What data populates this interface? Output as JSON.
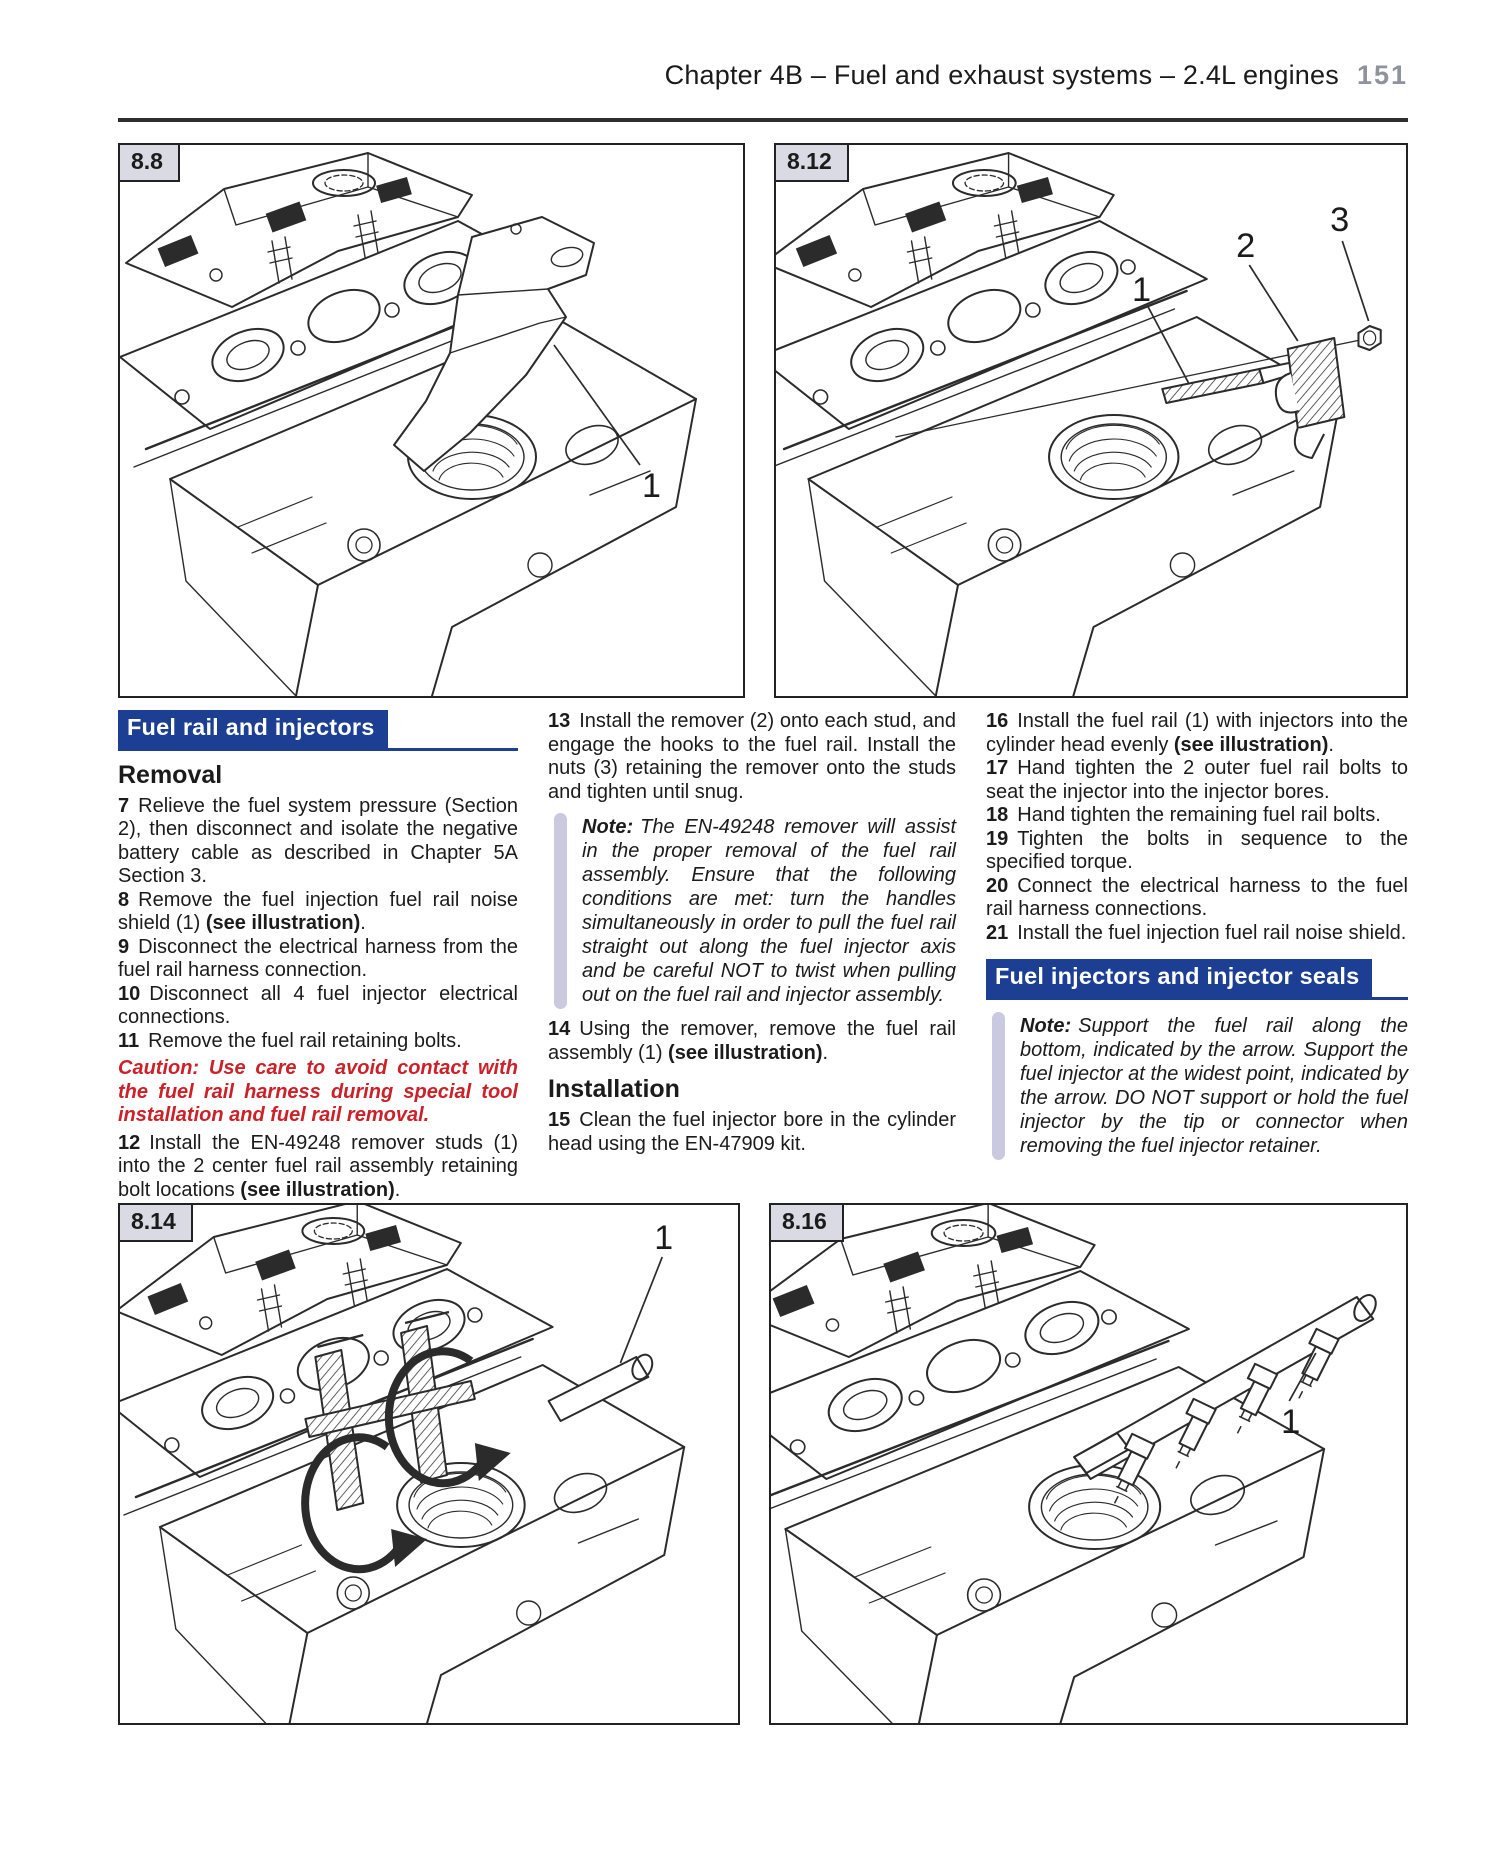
{
  "header": {
    "chapter_title": "Chapter 4B – Fuel and exhaust systems – 2.4L engines",
    "page_number": "151"
  },
  "figures": {
    "f88": {
      "label": "8.8",
      "c1": "1"
    },
    "f812": {
      "label": "8.12",
      "c1": "1",
      "c2": "2",
      "c3": "3"
    },
    "f814": {
      "label": "8.14",
      "c1": "1"
    },
    "f816": {
      "label": "8.16",
      "c1": "1"
    }
  },
  "col1": {
    "section_title": "Fuel rail and injectors",
    "subhead": "Removal",
    "s7": {
      "num": "7",
      "text": "Relieve the fuel system pressure (Section 2), then disconnect and isolate the negative battery cable as described in Chapter 5A Section 3."
    },
    "s8": {
      "num": "8",
      "text": "Remove the fuel injection fuel rail noise shield (1) ",
      "bold": "(see illustration)",
      "tail": "."
    },
    "s9": {
      "num": "9",
      "text": "Disconnect the electrical harness from the fuel rail harness connection."
    },
    "s10": {
      "num": "10",
      "text": "Disconnect all 4 fuel injector electrical connections."
    },
    "s11": {
      "num": "11",
      "text": "Remove the fuel rail retaining bolts."
    },
    "caution": "Caution: Use care to avoid contact with the fuel rail harness during special tool installation and fuel rail removal.",
    "s12": {
      "num": "12",
      "text": "Install the EN-49248 remover studs (1) into the 2 center fuel rail assembly retaining bolt locations ",
      "bold": "(see illustration)",
      "tail": "."
    }
  },
  "col2": {
    "s13": {
      "num": "13",
      "text": "Install the remover (2) onto each stud, and engage the hooks to the fuel rail. Install the nuts (3) retaining the remover onto the studs and tighten until snug."
    },
    "note": {
      "label": "Note:",
      "text": "The EN-49248 remover will assist in the proper removal of the fuel rail assembly. Ensure that the following conditions are met: turn the handles simultaneously in order to pull the fuel rail straight out along the fuel injector axis and be careful NOT to twist when pulling out on the fuel rail and injector assembly."
    },
    "s14": {
      "num": "14",
      "text": "Using the remover, remove the fuel rail assembly (1) ",
      "bold": "(see illustration)",
      "tail": "."
    },
    "subhead": "Installation",
    "s15": {
      "num": "15",
      "text": "Clean the fuel injector bore in the cylinder head using the EN-47909 kit."
    }
  },
  "col3": {
    "s16": {
      "num": "16",
      "text": "Install the fuel rail (1) with injectors into the cylinder head evenly ",
      "bold": "(see illustration)",
      "tail": "."
    },
    "s17": {
      "num": "17",
      "text": "Hand tighten the 2 outer fuel rail bolts to seat the injector into the injector bores."
    },
    "s18": {
      "num": "18",
      "text": "Hand tighten the remaining fuel rail bolts."
    },
    "s19": {
      "num": "19",
      "text": "Tighten the bolts in sequence to the specified torque."
    },
    "s20": {
      "num": "20",
      "text": "Connect the electrical harness to the fuel rail harness connections."
    },
    "s21": {
      "num": "21",
      "text": "Install the fuel injection fuel rail noise shield."
    },
    "section_title": "Fuel injectors and injector seals",
    "note": {
      "label": "Note:",
      "text": "Support the fuel rail along the bottom, indicated by the arrow. Support the fuel injector at the widest point, indicated by the arrow. DO NOT support or hold the fuel injector by the tip or connector when removing the fuel injector retainer."
    }
  },
  "colors": {
    "heading_bar": "#1c3f94",
    "caution_red": "#cc2128",
    "note_bar": "#c9cadf",
    "figure_tab": "#d9dae3"
  }
}
